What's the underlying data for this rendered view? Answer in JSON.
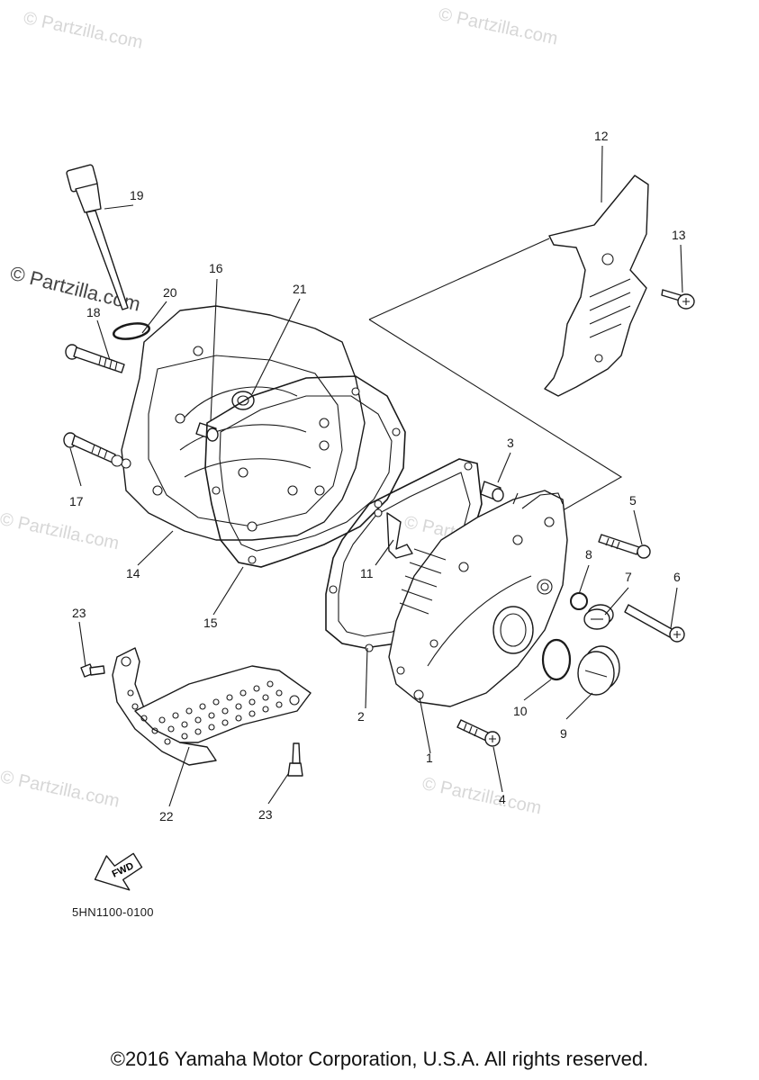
{
  "watermark": {
    "text": "© Partzilla.com",
    "prominent_text": "© Partzilla.com"
  },
  "callouts": [
    "1",
    "2",
    "3",
    "4",
    "5",
    "6",
    "7",
    "8",
    "9",
    "10",
    "11",
    "12",
    "13",
    "14",
    "15",
    "16",
    "17",
    "18",
    "19",
    "20",
    "21",
    "22",
    "23",
    "23"
  ],
  "fwd_label": "FWD",
  "diagram_code": "5HN1100-0100",
  "copyright": "©2016 Yamaha Motor Corporation, U.S.A. All rights reserved."
}
